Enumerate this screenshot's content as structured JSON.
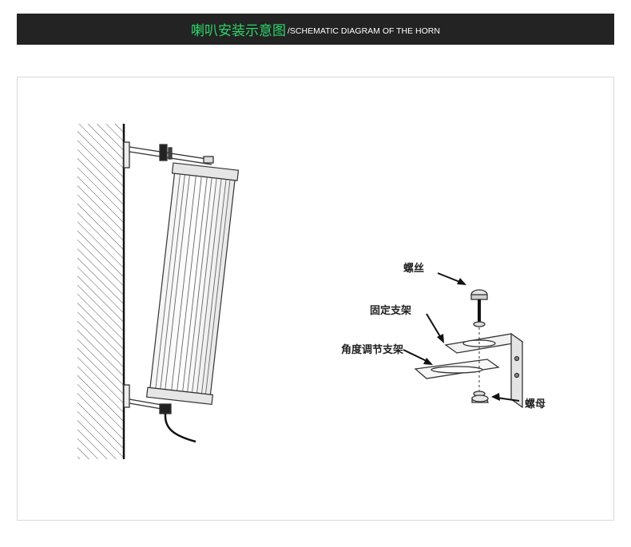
{
  "header": {
    "title_cn": "喇叭安装示意图",
    "title_en": "/SCHEMATIC DIAGRAM OF THE HORN",
    "accent_color": "#2bd66a",
    "bar_color": "#232323"
  },
  "callouts": {
    "screw": "螺丝",
    "fixed_bracket": "固定支架",
    "angle_bracket": "角度调节支架",
    "nut": "螺母"
  }
}
